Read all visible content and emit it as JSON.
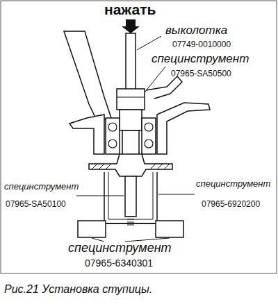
{
  "diagram": {
    "caption": "Рис.21 Установка ступицы.",
    "labels": [
      "нажать",
      "выколотка",
      "07749-0010000",
      "специнструмент",
      "07965-SA50500",
      "специнструмент",
      "07965-SA50100",
      "специнструмент",
      "07965-6920200",
      "специнструмент",
      "07965-6340301"
    ]
  }
}
